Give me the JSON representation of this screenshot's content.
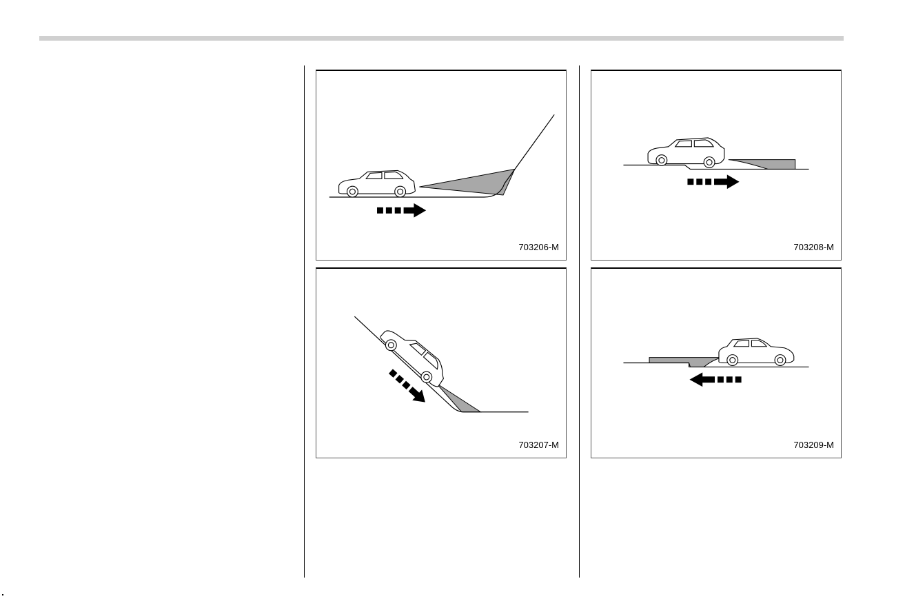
{
  "figures": [
    {
      "code": "703206-M"
    },
    {
      "code": "703207-M"
    },
    {
      "code": "703208-M"
    },
    {
      "code": "703209-M"
    }
  ]
}
